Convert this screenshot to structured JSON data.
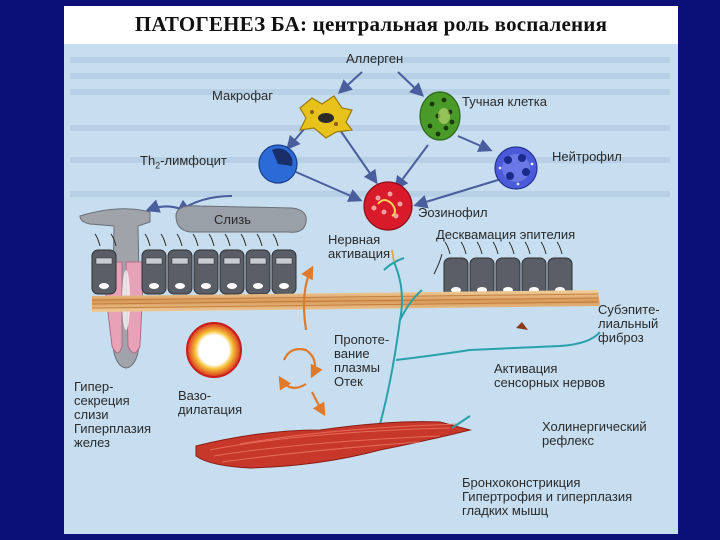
{
  "title": "ПАТОГЕНЕЗ БА: центральная роль воспаления",
  "labels": {
    "allergen": "Аллерген",
    "macrophage": "Макрофаг",
    "mast_cell": "Тучная клетка",
    "th2_prefix": "Th",
    "th2_sub": "2",
    "th2_suffix": "-лимфоцит",
    "neutrophil": "Нейтрофил",
    "mucus": "Слизь",
    "eosinophil": "Эозинофил",
    "nerve_activation": "Нервная\nактивация",
    "desquamation": "Десквамация эпителия",
    "subepithelial_fibrosis": "Субэпите-\nлиальный\nфиброз",
    "plasma_leakage": "Пропоте-\nвание\nплазмы\nОтек",
    "sensory_activation": "Активация\nсенсорных нервов",
    "hypersecretion": "Гипер-\nсекреция\nслизи\nГиперплазия\nжелез",
    "vasodilation": "Вазо-\nдилатация",
    "cholinergic_reflex": "Холинергический\nрефлекс",
    "bronchoconstriction": "Бронхоконстрикция\nГипертрофия и гиперплазия\nгладких мышц"
  },
  "colors": {
    "background": "#0a1078",
    "panel": "#c6def0",
    "arrow": "#4a5e9e",
    "macrophage": "#e6c21a",
    "mast_cell": "#4a9a2a",
    "lymphocyte": "#2c6ad8",
    "neutrophil": "#4a5ad8",
    "eosinophil": "#d81a2a",
    "muscle": "#c8382a",
    "nerve": "#2aa0a8",
    "basement_membrane": "#e0b47a"
  }
}
